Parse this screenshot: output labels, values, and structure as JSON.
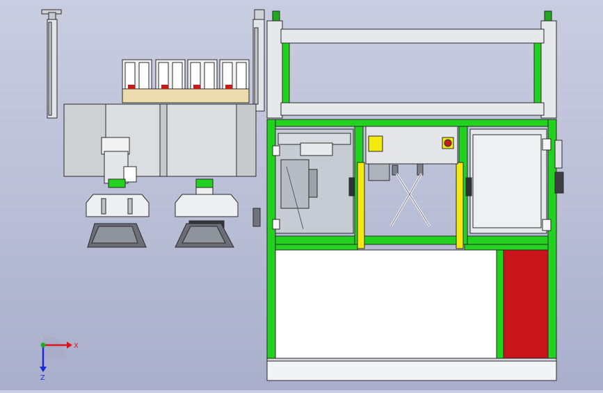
{
  "viewport": {
    "name": "cad-model-viewport",
    "colors": {
      "frame_green": "#22d21e",
      "panel_grey": "#e6e8ec",
      "steel": "#d9dadd",
      "outline": "#2a2a2a",
      "safety_yellow": "#f4ea0f",
      "door_red": "#c8141a",
      "glass": "#c7ccd4"
    }
  },
  "triad": {
    "x_label": "X",
    "z_label": "Z",
    "colors": {
      "x": "#e0101a",
      "y": "#18b020",
      "z": "#1a2ad8"
    }
  }
}
